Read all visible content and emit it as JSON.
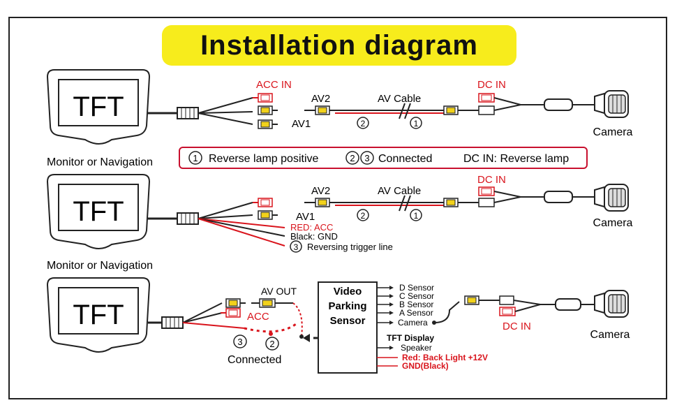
{
  "title": "Installation diagram",
  "monitor": {
    "screen_text": "TFT",
    "caption": "Monitor or Navigation"
  },
  "camera_label": "Camera",
  "section1": {
    "acc_in": "ACC IN",
    "av2": "AV2",
    "av1": "AV1",
    "av_cable": "AV Cable",
    "dc_in": "DC IN",
    "num2": "2",
    "num1": "1"
  },
  "legend": {
    "item1_num": "1",
    "item1_text": "Reverse lamp positive",
    "item23_num_a": "2",
    "item23_num_b": "3",
    "item23_text": "Connected",
    "dc_in_text": "DC IN: Reverse lamp"
  },
  "section2": {
    "av2": "AV2",
    "av1": "AV1",
    "av_cable": "AV Cable",
    "dc_in": "DC IN",
    "num2": "2",
    "num1": "1",
    "red_acc": "RED: ACC",
    "black_gnd": "Black: GND",
    "num3": "3",
    "reversing": "Reversing trigger line"
  },
  "section3": {
    "av_out": "AV OUT",
    "acc": "ACC",
    "num3": "3",
    "num2": "2",
    "connected": "Connected",
    "sensor_box": [
      "Video",
      "Parking",
      "Sensor"
    ],
    "outputs": [
      "D  Sensor",
      "C  Sensor",
      "B  Sensor",
      "A  Sensor",
      "Camera"
    ],
    "tft_display": "TFT Display",
    "speaker": "Speaker",
    "red_back_light": "Red: Back Light  +12V",
    "gnd_black": "GND(Black)",
    "dc_in": "DC IN"
  },
  "colors": {
    "accent_red": "#d9141c",
    "title_yellow": "#f7ec1c",
    "connector_yellow": "#f2d21b"
  }
}
